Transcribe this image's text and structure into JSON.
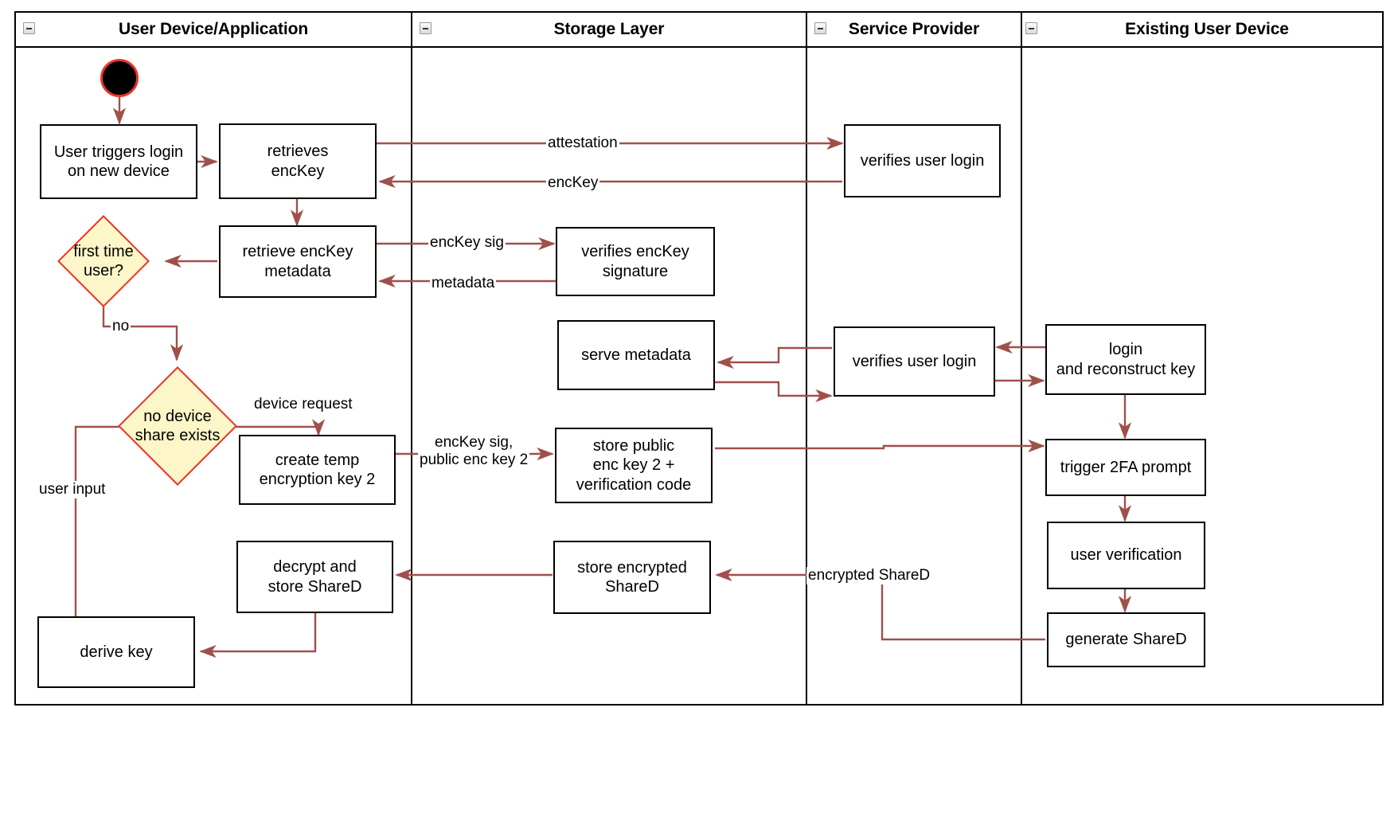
{
  "diagram": {
    "title": "Key recovery / device onboarding activity diagram",
    "type": "uml-activity-swimlane",
    "colors": {
      "edge": "#a0504a",
      "decision_fill": "#fdf6c8",
      "decision_stroke": "#e8362a",
      "start_stroke": "#e8362a",
      "node_stroke": "#000000",
      "background": "#ffffff"
    }
  },
  "lanes": [
    {
      "id": "user-device",
      "title": "User Device/Application",
      "collapse_icon": "collapse-minus-icon"
    },
    {
      "id": "storage-layer",
      "title": "Storage Layer",
      "collapse_icon": "collapse-minus-icon"
    },
    {
      "id": "service-provider",
      "title": "Service Provider",
      "collapse_icon": "collapse-minus-icon"
    },
    {
      "id": "existing-user-device",
      "title": "Existing User Device",
      "collapse_icon": "collapse-minus-icon"
    }
  ],
  "nodes": [
    {
      "id": "start",
      "kind": "start",
      "label": ""
    },
    {
      "id": "user-triggers-login",
      "kind": "action",
      "label": "User triggers login\non new device"
    },
    {
      "id": "retrieves-enckey",
      "kind": "action",
      "label": "retrieves\nencKey"
    },
    {
      "id": "retrieve-enckey-metadata",
      "kind": "action",
      "label": "retrieve encKey\nmetadata"
    },
    {
      "id": "first-time-user",
      "kind": "decision",
      "label": "first time\nuser?"
    },
    {
      "id": "no-device-share-exists",
      "kind": "decision",
      "label": "no device\nshare exists"
    },
    {
      "id": "create-temp-encryption-key-2",
      "kind": "action",
      "label": "create temp\nencryption key 2"
    },
    {
      "id": "decrypt-and-store-shared",
      "kind": "action",
      "label": "decrypt and\nstore ShareD"
    },
    {
      "id": "derive-key",
      "kind": "action",
      "label": "derive key"
    },
    {
      "id": "verifies-enckey-signature",
      "kind": "action",
      "label": "verifies encKey\nsignature"
    },
    {
      "id": "serve-metadata",
      "kind": "action",
      "label": "serve metadata"
    },
    {
      "id": "store-public-enc-key-2",
      "kind": "action",
      "label": "store public\nenc key 2 +\nverification code"
    },
    {
      "id": "store-encrypted-shared",
      "kind": "action",
      "label": "store encrypted\nShareD"
    },
    {
      "id": "verifies-user-login-1",
      "kind": "action",
      "label": "verifies user login"
    },
    {
      "id": "verifies-user-login-2",
      "kind": "action",
      "label": "verifies user login"
    },
    {
      "id": "login-and-reconstruct-key",
      "kind": "action",
      "label": "login\nand reconstruct key"
    },
    {
      "id": "trigger-2fa-prompt",
      "kind": "action",
      "label": "trigger 2FA prompt"
    },
    {
      "id": "user-verification",
      "kind": "action",
      "label": "user verification"
    },
    {
      "id": "generate-shared",
      "kind": "action",
      "label": "generate ShareD"
    }
  ],
  "edge_labels": [
    {
      "id": "attestation",
      "text": "attestation"
    },
    {
      "id": "enckey",
      "text": "encKey"
    },
    {
      "id": "enckey-sig",
      "text": "encKey sig"
    },
    {
      "id": "metadata",
      "text": "metadata"
    },
    {
      "id": "no",
      "text": "no"
    },
    {
      "id": "device-request",
      "text": "device request"
    },
    {
      "id": "user-input",
      "text": "user input"
    },
    {
      "id": "enckey-sig-public-enc-key-2",
      "text": "encKey sig,\npublic enc key 2"
    },
    {
      "id": "encrypted-shared",
      "text": "encrypted ShareD"
    }
  ]
}
